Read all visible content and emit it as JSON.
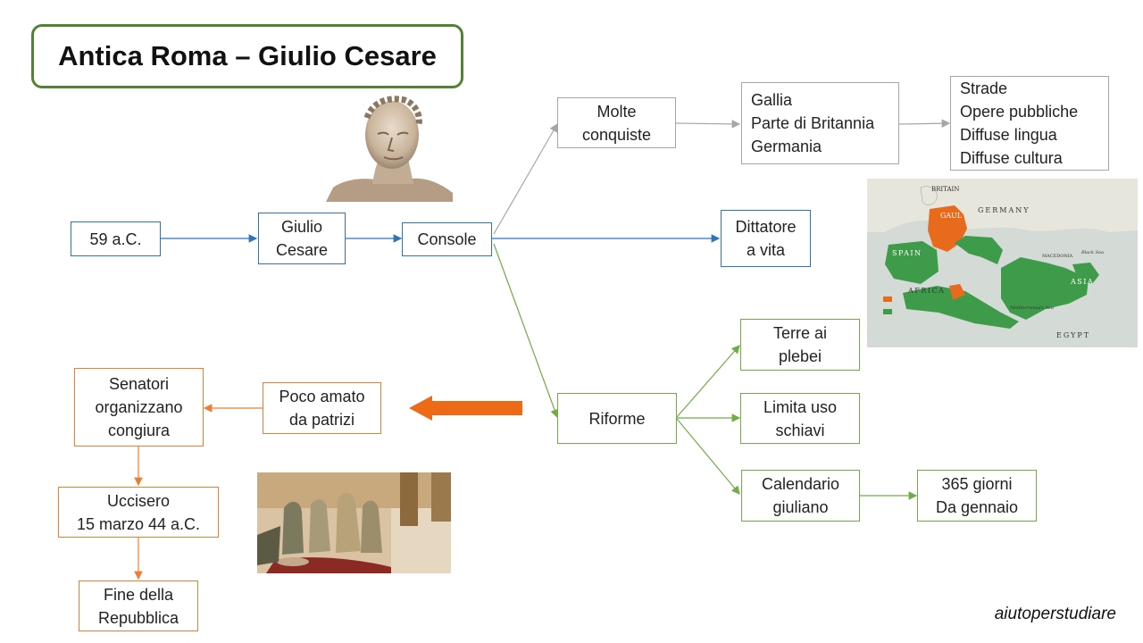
{
  "title": "Antica Roma – Giulio Cesare",
  "nodes": {
    "year": "59 a.C.",
    "giulio_cesare": "Giulio\nCesare",
    "console": "Console",
    "molte_conquiste": "Molte\nconquiste",
    "territori": "Gallia\nParte di Britannia\nGermania",
    "effetti": "Strade\nOpere pubbliche\nDiffuse lingua\nDiffuse cultura",
    "dittatore": "Dittatore\na vita",
    "riforme": "Riforme",
    "terre_plebei": "Terre ai\nplebei",
    "limita_schiavi": "Limita uso\nschiavi",
    "calendario": "Calendario\ngiuliano",
    "giorni": "365 giorni\nDa gennaio",
    "poco_amato": "Poco amato\nda patrizi",
    "senatori": "Senatori\norganizzano\ncongiura",
    "uccisero": "Uccisero\n15 marzo 44 a.C.",
    "fine": "Fine della\nRepubblica"
  },
  "map_labels": {
    "britain": "BRITAIN",
    "gaul": "GAUL",
    "germany": "GERMANY",
    "spain": "SPAIN",
    "africa": "AFRICA",
    "asia": "ASIA",
    "egypt": "EGYPT",
    "macedonia": "MACEDONIA",
    "mediterranean": "Mediterranean Sea",
    "black_sea": "Black Sea"
  },
  "credit": "aiutoperstudiare",
  "colors": {
    "title_border": "#548235",
    "blue": "#2e75b6",
    "gray": "#a6a6a6",
    "green": "#70ad47",
    "orange": "#ed7d31",
    "map_green": "#3e9b4a",
    "map_orange": "#e86a1c"
  }
}
